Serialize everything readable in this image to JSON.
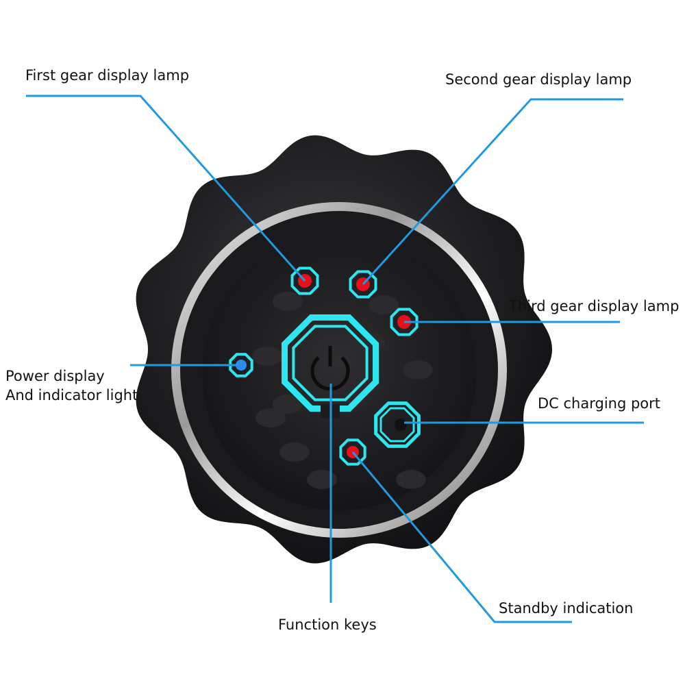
{
  "labels": {
    "first_gear": "First gear display lamp",
    "second_gear": "Second gear display lamp",
    "third_gear": "Third gear display lamp",
    "power_display_line1": "Power display",
    "power_display_line2": "And indicator light",
    "dc_port": "DC charging port",
    "standby": "Standby indication",
    "function_keys": "Function keys"
  },
  "colors": {
    "leader_line": "#1e9be0",
    "glow": "#2ee6f0",
    "gear_lamp": "#e8101c",
    "power_lamp": "#2a8cf0",
    "body": "#1b1b1d"
  }
}
